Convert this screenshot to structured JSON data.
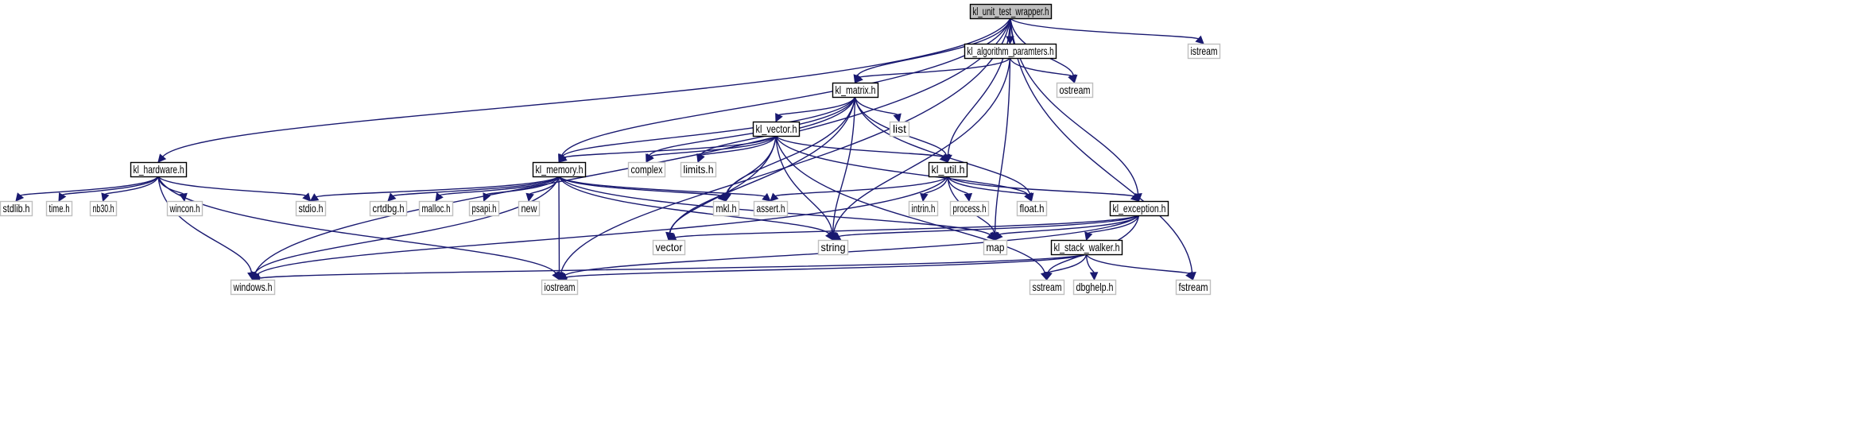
{
  "diagram": {
    "colors": {
      "edge": "#191970",
      "root_fill": "#bfbfbf",
      "project_border": "#000000",
      "system_border": "#bfbfbf",
      "node_fill": "#ffffff"
    },
    "nodes": [
      {
        "id": "unit_test_wrapper",
        "label": "kl_unit_test_wrapper.h",
        "kind": "root"
      },
      {
        "id": "algorithm_paramters",
        "label": "kl_algorithm_paramters.h",
        "kind": "project"
      },
      {
        "id": "istream",
        "label": "istream",
        "kind": "system"
      },
      {
        "id": "matrix",
        "label": "kl_matrix.h",
        "kind": "project"
      },
      {
        "id": "ostream",
        "label": "ostream",
        "kind": "system"
      },
      {
        "id": "list",
        "label": "list",
        "kind": "system"
      },
      {
        "id": "vector_h",
        "label": "kl_vector.h",
        "kind": "project"
      },
      {
        "id": "hardware",
        "label": "kl_hardware.h",
        "kind": "project"
      },
      {
        "id": "memory",
        "label": "kl_memory.h",
        "kind": "project"
      },
      {
        "id": "complex",
        "label": "complex",
        "kind": "system"
      },
      {
        "id": "limits",
        "label": "limits.h",
        "kind": "system"
      },
      {
        "id": "util",
        "label": "kl_util.h",
        "kind": "project"
      },
      {
        "id": "stdlib",
        "label": "stdlib.h",
        "kind": "system"
      },
      {
        "id": "time",
        "label": "time.h",
        "kind": "system"
      },
      {
        "id": "nb30",
        "label": "nb30.h",
        "kind": "system"
      },
      {
        "id": "wincon",
        "label": "wincon.h",
        "kind": "system"
      },
      {
        "id": "stdio",
        "label": "stdio.h",
        "kind": "system"
      },
      {
        "id": "crtdbg",
        "label": "crtdbg.h",
        "kind": "system"
      },
      {
        "id": "malloc",
        "label": "malloc.h",
        "kind": "system"
      },
      {
        "id": "psapi",
        "label": "psapi.h",
        "kind": "system"
      },
      {
        "id": "new",
        "label": "new",
        "kind": "system"
      },
      {
        "id": "mkl",
        "label": "mkl.h",
        "kind": "system"
      },
      {
        "id": "assert",
        "label": "assert.h",
        "kind": "system"
      },
      {
        "id": "intrin",
        "label": "intrin.h",
        "kind": "system"
      },
      {
        "id": "process",
        "label": "process.h",
        "kind": "system"
      },
      {
        "id": "float",
        "label": "float.h",
        "kind": "system"
      },
      {
        "id": "exception",
        "label": "kl_exception.h",
        "kind": "project"
      },
      {
        "id": "vector",
        "label": "vector",
        "kind": "system"
      },
      {
        "id": "string",
        "label": "string",
        "kind": "system"
      },
      {
        "id": "map",
        "label": "map",
        "kind": "system"
      },
      {
        "id": "stack_walker",
        "label": "kl_stack_walker.h",
        "kind": "project"
      },
      {
        "id": "windows",
        "label": "windows.h",
        "kind": "system"
      },
      {
        "id": "iostream",
        "label": "iostream",
        "kind": "system"
      },
      {
        "id": "sstream",
        "label": "sstream",
        "kind": "system"
      },
      {
        "id": "dbghelp",
        "label": "dbghelp.h",
        "kind": "system"
      },
      {
        "id": "fstream",
        "label": "fstream",
        "kind": "system"
      }
    ],
    "edges": [
      [
        "unit_test_wrapper",
        "algorithm_paramters"
      ],
      [
        "unit_test_wrapper",
        "istream"
      ],
      [
        "unit_test_wrapper",
        "matrix"
      ],
      [
        "unit_test_wrapper",
        "ostream"
      ],
      [
        "unit_test_wrapper",
        "hardware"
      ],
      [
        "unit_test_wrapper",
        "memory"
      ],
      [
        "unit_test_wrapper",
        "util"
      ],
      [
        "unit_test_wrapper",
        "exception"
      ],
      [
        "unit_test_wrapper",
        "windows"
      ],
      [
        "unit_test_wrapper",
        "iostream"
      ],
      [
        "unit_test_wrapper",
        "fstream"
      ],
      [
        "algorithm_paramters",
        "matrix"
      ],
      [
        "algorithm_paramters",
        "ostream"
      ],
      [
        "algorithm_paramters",
        "string"
      ],
      [
        "algorithm_paramters",
        "map"
      ],
      [
        "matrix",
        "list"
      ],
      [
        "matrix",
        "vector_h"
      ],
      [
        "matrix",
        "memory"
      ],
      [
        "matrix",
        "complex"
      ],
      [
        "matrix",
        "limits"
      ],
      [
        "matrix",
        "util"
      ],
      [
        "matrix",
        "mkl"
      ],
      [
        "matrix",
        "float"
      ],
      [
        "matrix",
        "vector"
      ],
      [
        "matrix",
        "string"
      ],
      [
        "vector_h",
        "memory"
      ],
      [
        "vector_h",
        "complex"
      ],
      [
        "vector_h",
        "limits"
      ],
      [
        "vector_h",
        "util"
      ],
      [
        "vector_h",
        "mkl"
      ],
      [
        "vector_h",
        "float"
      ],
      [
        "vector_h",
        "vector"
      ],
      [
        "vector_h",
        "string"
      ],
      [
        "vector_h",
        "sstream"
      ],
      [
        "hardware",
        "stdlib"
      ],
      [
        "hardware",
        "time"
      ],
      [
        "hardware",
        "nb30"
      ],
      [
        "hardware",
        "wincon"
      ],
      [
        "hardware",
        "stdio"
      ],
      [
        "hardware",
        "windows"
      ],
      [
        "hardware",
        "iostream"
      ],
      [
        "memory",
        "stdio"
      ],
      [
        "memory",
        "crtdbg"
      ],
      [
        "memory",
        "malloc"
      ],
      [
        "memory",
        "psapi"
      ],
      [
        "memory",
        "new"
      ],
      [
        "memory",
        "mkl"
      ],
      [
        "memory",
        "assert"
      ],
      [
        "memory",
        "windows"
      ],
      [
        "memory",
        "iostream"
      ],
      [
        "memory",
        "string"
      ],
      [
        "memory",
        "map"
      ],
      [
        "util",
        "assert"
      ],
      [
        "util",
        "intrin"
      ],
      [
        "util",
        "process"
      ],
      [
        "util",
        "float"
      ],
      [
        "util",
        "exception"
      ],
      [
        "util",
        "map"
      ],
      [
        "util",
        "windows"
      ],
      [
        "exception",
        "vector"
      ],
      [
        "exception",
        "string"
      ],
      [
        "exception",
        "map"
      ],
      [
        "exception",
        "stack_walker"
      ],
      [
        "exception",
        "iostream"
      ],
      [
        "exception",
        "sstream"
      ],
      [
        "stack_walker",
        "windows"
      ],
      [
        "stack_walker",
        "iostream"
      ],
      [
        "stack_walker",
        "sstream"
      ],
      [
        "stack_walker",
        "dbghelp"
      ],
      [
        "stack_walker",
        "fstream"
      ]
    ]
  }
}
